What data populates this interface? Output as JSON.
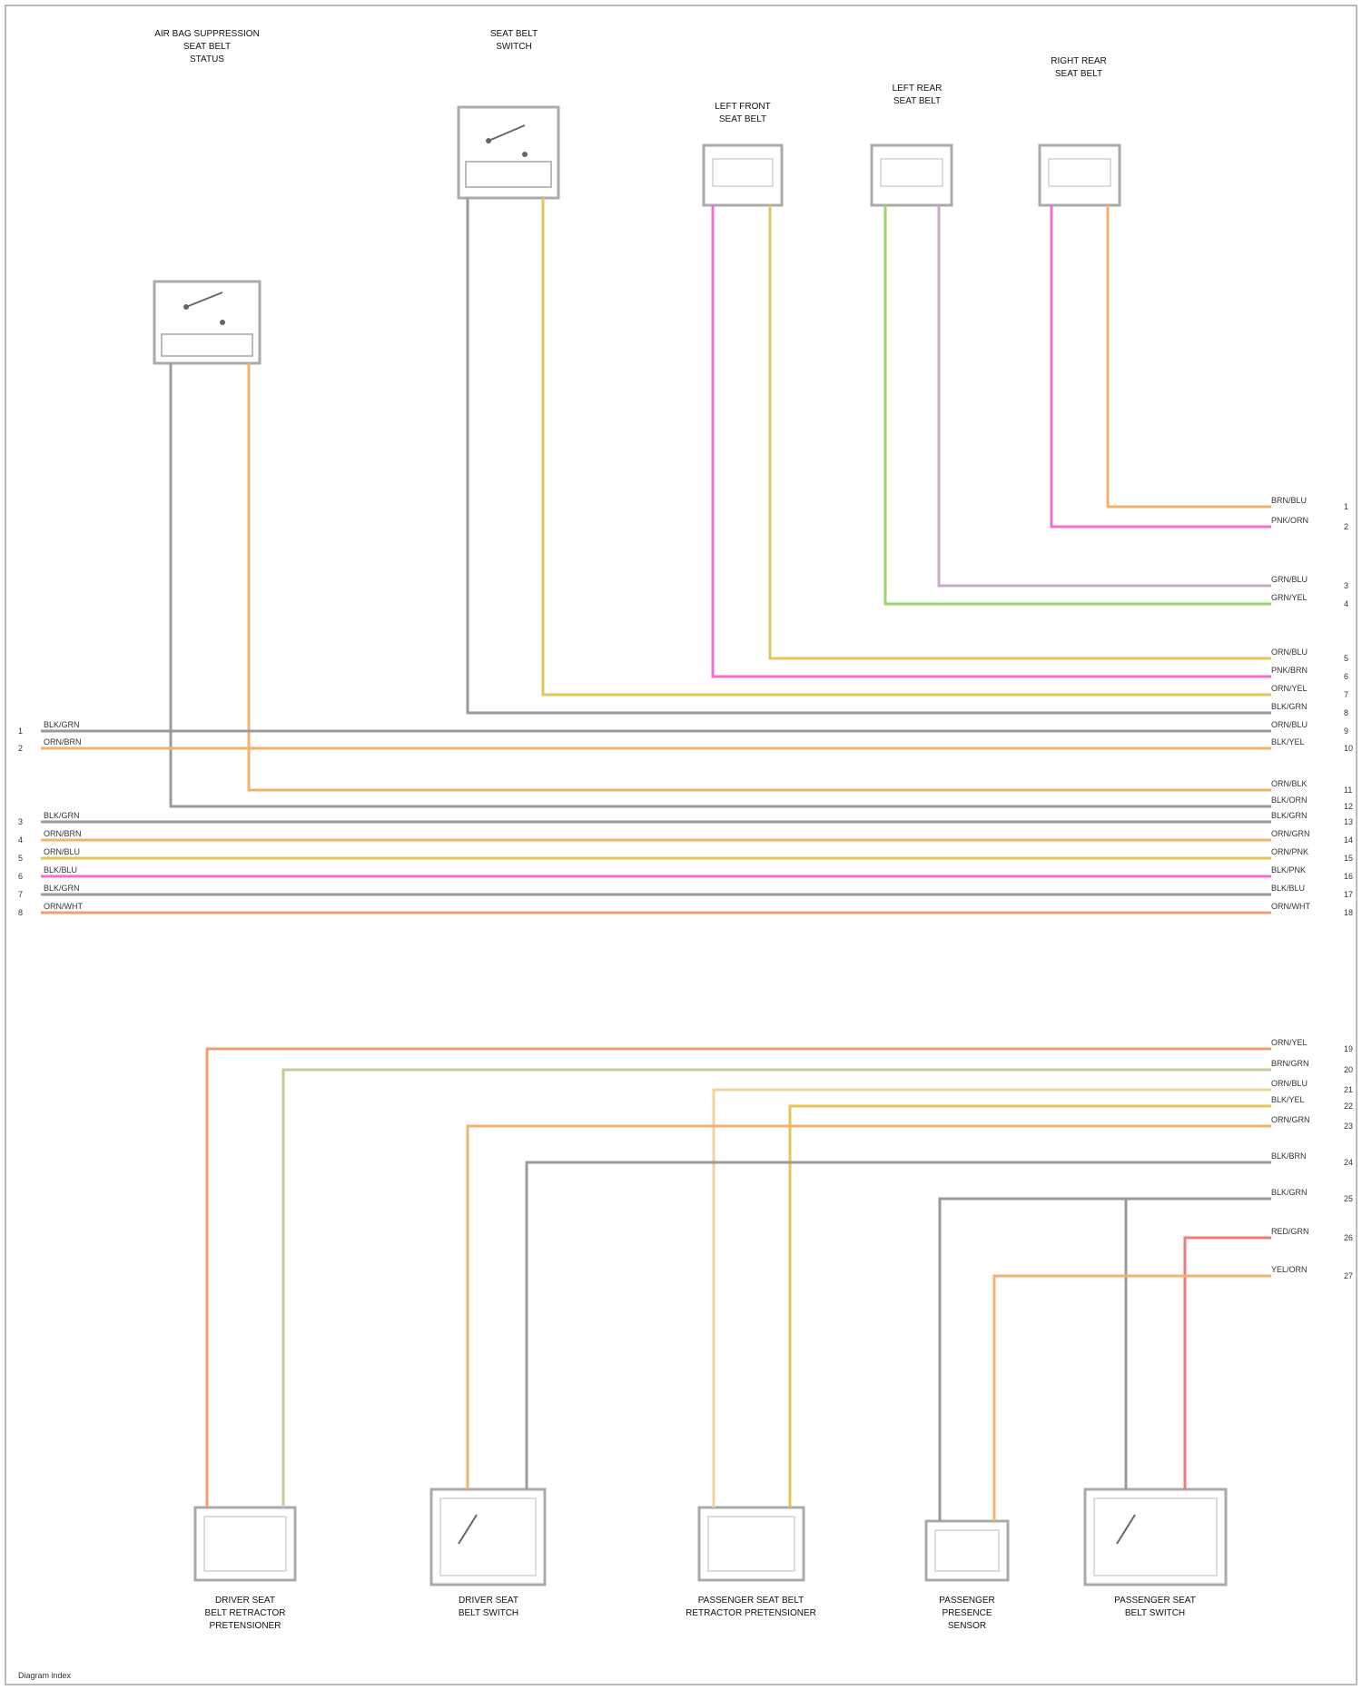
{
  "diagram": {
    "footer": "Diagram index",
    "colors": {
      "gray": "#9a9a9a",
      "orange": "#f4b26a",
      "yellow": "#e6c65a",
      "pink": "#f26fd0",
      "green": "#9ad66b",
      "lilac": "#c9a9c9",
      "red": "#f27a7a",
      "peach": "#f0a070"
    },
    "top_components": [
      {
        "id": "c1",
        "lines": [
          "AIR BAG SUPPRESSION",
          "SEAT BELT",
          "STATUS"
        ],
        "wire_labels": [
          "BLK/",
          "ORN",
          "ORN/",
          "GRN",
          "GRN"
        ]
      },
      {
        "id": "c2",
        "lines": [
          "SEAT BELT",
          "SWITCH"
        ],
        "wire_labels": [
          "BLK/",
          "GRN",
          "ORN/",
          "GRN"
        ]
      },
      {
        "id": "c3",
        "lines": [
          "LEFT FRONT",
          "SEAT BELT"
        ],
        "wire_labels": [
          "PNK",
          "ORN/",
          "YEL"
        ]
      },
      {
        "id": "c4",
        "lines": [
          "LEFT REAR",
          "SEAT BELT"
        ],
        "wire_labels": [
          "GRN",
          "BRN"
        ]
      },
      {
        "id": "c5",
        "lines": [
          "RIGHT REAR",
          "SEAT BELT"
        ],
        "wire_labels": [
          "PNK",
          "ORN"
        ]
      }
    ],
    "bottom_components": [
      {
        "id": "b1",
        "lines": [
          "DRIVER SEAT",
          "BELT RETRACTOR",
          "PRETENSIONER"
        ]
      },
      {
        "id": "b2",
        "lines": [
          "DRIVER SEAT",
          "BELT SWITCH"
        ]
      },
      {
        "id": "b3",
        "lines": [
          "PASSENGER SEAT BELT",
          "RETRACTOR PRETENSIONER"
        ]
      },
      {
        "id": "b4",
        "lines": [
          "PASSENGER",
          "PRESENCE",
          "SENSOR"
        ]
      },
      {
        "id": "b5",
        "lines": [
          "PASSENGER SEAT",
          "BELT SWITCH"
        ]
      }
    ],
    "right_connector_labels": [
      "BRN/BLU",
      "PNK/ORN",
      "GRN/BLU",
      "GRN/YEL",
      "ORN/BLU",
      "PNK/BRN",
      "ORN/YEL",
      "BLK/GRN",
      "ORN/BLU",
      "BLK/YEL",
      "ORN/BLK",
      "BLK/ORN",
      "BLK/GRN",
      "ORN/GRN",
      "ORN/PNK",
      "BLK/PNK",
      "BLK/BLU",
      "ORN/WHT",
      "ORN/YEL",
      "BRN/GRN",
      "ORN/BLU",
      "BLK/YEL",
      "ORN/GRN",
      "BLK/BRN",
      "BLK/GRN",
      "RED/GRN",
      "YEL/ORN"
    ],
    "right_pin_numbers": [
      "1",
      "2",
      "3",
      "4",
      "5",
      "6",
      "7",
      "8",
      "9",
      "10",
      "11",
      "12",
      "13",
      "14",
      "15",
      "16",
      "17",
      "18",
      "19",
      "20",
      "21",
      "22",
      "23",
      "24",
      "25",
      "26",
      "27"
    ],
    "left_connector_labels": [
      "BLK/GRN",
      "ORN/BRN",
      "BLK/GRN",
      "ORN/BRN",
      "ORN/BLU",
      "BLK/BLU",
      "BLK/GRN",
      "ORN/WHT"
    ],
    "left_pin_numbers": [
      "1",
      "2",
      "3",
      "4",
      "5",
      "6",
      "7",
      "8"
    ]
  }
}
